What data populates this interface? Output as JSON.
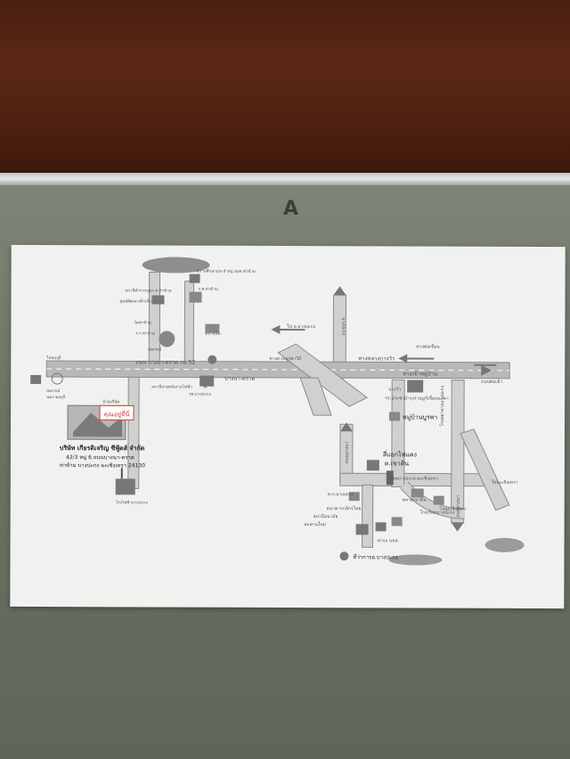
{
  "map": {
    "road_main_top": "ถนน บางนา-ตราด กม.52",
    "road_main_bottom": "บางนา-ตราด",
    "road_right_top": "ทางหลวงบางวัว",
    "road_right_bottom": "ทางเข้าหมู่บ้าน",
    "label_top_right_1": "ทางต่อเขื่อน",
    "label_top_right_2": "ถนนต่อเข้า",
    "label_center_top": "ไป อ.บางปะกง",
    "label_center_2": "ทางด่วนบูรพาวิถี",
    "label_bangwua": "บางวัว",
    "label_school_right": "รร.ประชาบำรุงราษฎร์เขื่อนนาคา",
    "label_village": "หมู่บ้านบูรพา",
    "label_junction_1": "สี่แยกไฟแดง",
    "label_junction_2": "ต.เขาดิน",
    "label_temple_right": "โรงพยาบาลบางปะกง",
    "label_road_v1": "ถนนบางนา",
    "label_road_v2": "บางปะกง",
    "label_road_v3": "ไปฉะเชิงเทรา",
    "label_road_v4": "ถนนบางนา",
    "label_road_h1": "ถนนบางปะกง-ฉะเชิงเทรา",
    "label_road_h2": "ไปฉะเชิงเทรา",
    "label_police": "ส.ภ.บางปะกง",
    "label_bank": "ธนาคารกสิกรไทย",
    "label_market": "ตลาดเขาดิน",
    "label_bus": "ท่ารถ บขส.",
    "label_school_2": "โรงเรียนบางปะกง",
    "label_bridge": "สะพานใหม่",
    "label_hospital": "ที่ว่าการอ.บางปะกง",
    "label_dist": "สถานีอนามัย",
    "label_temple_1": "สถานีตำรวจภูธร ต.ท่าข้าม",
    "label_temple_2": "ศูนย์พัฒนาเด็กเล็ก",
    "label_temple_3": "วัดท่าข้าม",
    "label_shop_1": "สถานศึกษาประจำหมู่ อบต.ท่าข้าม",
    "label_shop_2": "ร.พ.ท่าข้าม",
    "label_school_left": "ร.ร.ท่าข้าม",
    "label_company_sign": "สหกรณ์",
    "label_factory_left": "ตลาดนัด",
    "label_lamp": "วัด",
    "label_pin": "คุณอยู่ที่นี่",
    "label_landmark_1": "ป้ายบริษัท",
    "label_landmark_2": "สถานีจ่ายพลังงานไฟฟ้า",
    "label_landmark_3": "รพ.บางปะกง",
    "label_bottom_left": "โรงไฟฟ้าบางปะกง",
    "label_left_edge_1": "ไปชลบุรี",
    "label_left_edge_2": "สหกรณ์",
    "label_left_edge_3": "นคร ชลบุรี",
    "company": {
      "name": "บริษัท เกียรติเจริญ ซีฟู้ดส์ จำกัด",
      "address_1": "42/3 หมู่ 6 ถนนบางนา-ตราด",
      "address_2": "ท่าข้าม บางปะกง ฉะเชิงเทรา 24130"
    }
  },
  "colors": {
    "road": "#cfd1ce",
    "road_edge": "#8a8c89",
    "main_road": "#b7b9b6",
    "paper": "#f1f2ef",
    "pin": "#d4373c",
    "text": "#4a4a4a"
  }
}
